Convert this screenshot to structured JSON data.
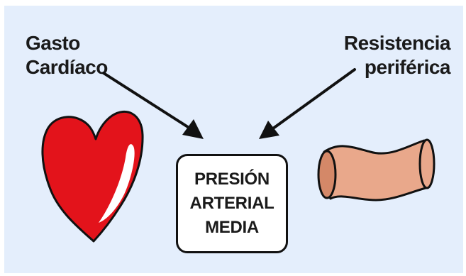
{
  "labels": {
    "left_line1": "Gasto",
    "left_line2": "Cardíaco",
    "right_line1": "Resistencia",
    "right_line2": "periférica"
  },
  "center_box": {
    "line1": "PRESIÓN",
    "line2": "ARTERIAL",
    "line3": "MEDIA"
  },
  "icons": {
    "heart": "heart-icon",
    "vessel": "blood-vessel-icon"
  },
  "colors": {
    "background": "#e4eefc",
    "heart_fill": "#e3131b",
    "vessel_fill": "#e9a88b",
    "outline": "#111111"
  }
}
